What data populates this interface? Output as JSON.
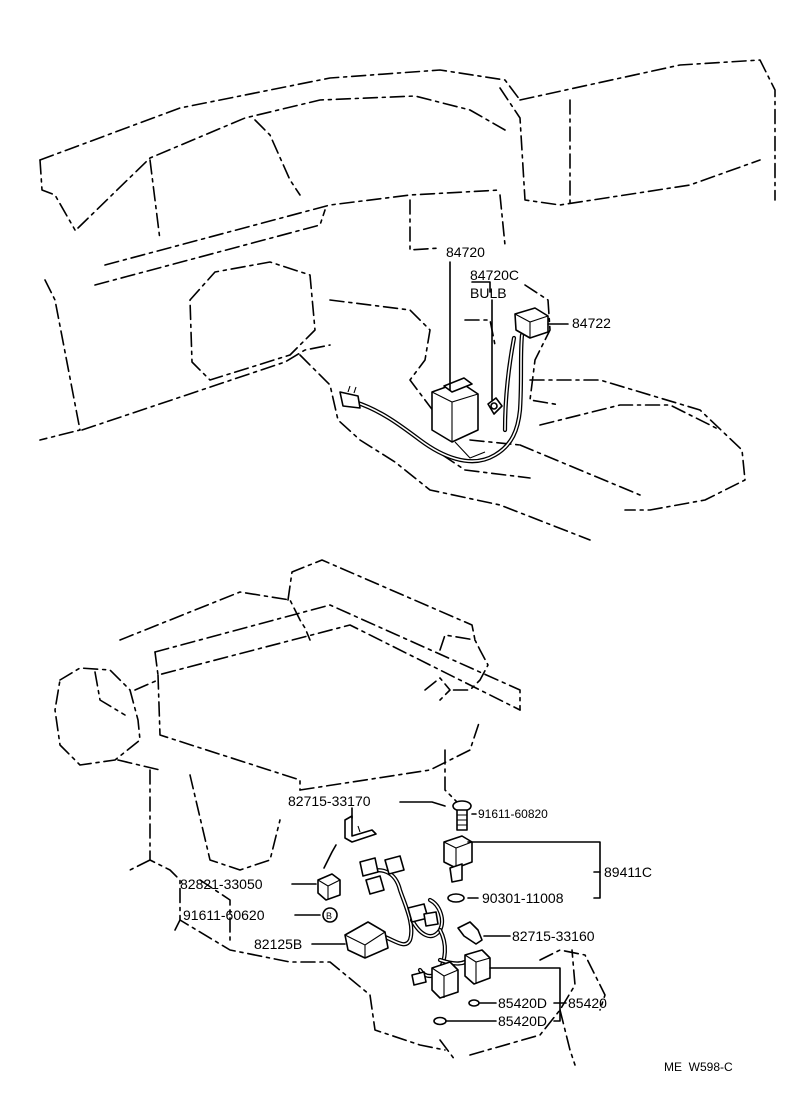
{
  "labels": {
    "p84720": "84720",
    "p84720c": "84720C",
    "bulb": "BULB",
    "p84722": "84722",
    "p82715_33170": "82715-33170",
    "p91611_60820": "91611-60820",
    "p89411c": "89411C",
    "p82821_33050": "82821-33050",
    "p90301_11008": "90301-11008",
    "p91611_60620": "91611-60620",
    "p82715_33160": "82715-33160",
    "p82125b": "82125B",
    "p85420d_a": "85420D",
    "p85420": "85420",
    "p85420d_b": "85420D"
  },
  "footer": {
    "code": "ME  W598-C"
  }
}
